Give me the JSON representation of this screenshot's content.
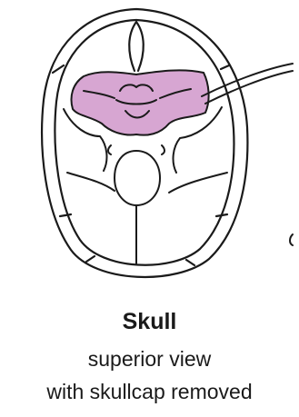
{
  "caption": {
    "title": "Skull",
    "line1": "superior view",
    "line2": "with skullcap removed"
  },
  "colors": {
    "highlight": "#d7a6d2",
    "outline": "#1a1a1a",
    "background": "#ffffff"
  }
}
